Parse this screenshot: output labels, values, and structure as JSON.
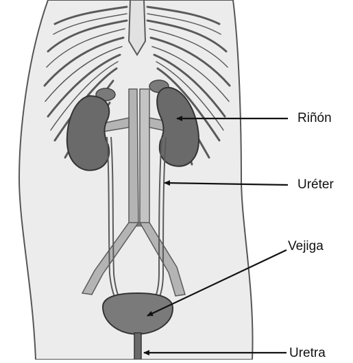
{
  "labels": {
    "kidney": "Riñón",
    "ureter": "Uréter",
    "bladder": "Vejiga",
    "urethra": "Uretra"
  },
  "colors": {
    "body_fill": "#ececec",
    "outline": "#4a4a4a",
    "kidney_fill": "#6a6a6a",
    "vessel_fill": "#b4b4b4",
    "bladder_fill": "#7a7a7a",
    "pointer": "#111111"
  }
}
